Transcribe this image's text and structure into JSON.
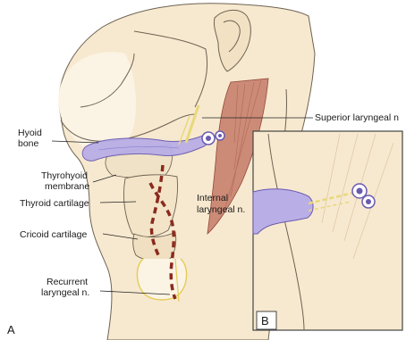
{
  "labels": {
    "hyoid_bone_line1": "Hyoid",
    "hyoid_bone_line2": "bone",
    "thyrohyoid_line1": "Thyrohyoid",
    "thyrohyoid_line2": "membrane",
    "thyroid_cartilage": "Thyroid cartilage",
    "cricoid_cartilage": "Cricoid cartilage",
    "recurrent_line1": "Recurrent",
    "recurrent_line2": "laryngeal n.",
    "superior_laryngeal": "Superior laryngeal n",
    "internal_line1": "Internal",
    "internal_line2": "laryngeal n."
  },
  "panels": {
    "a": "A",
    "b": "B"
  },
  "colors": {
    "skin": "#f7e9cf",
    "muscle": "#c98470",
    "nerve": "#8b2a1e",
    "nerve_yellow": "#e8d87a",
    "hyoid_purple": "#b9aee6",
    "outline": "#6d6253"
  }
}
